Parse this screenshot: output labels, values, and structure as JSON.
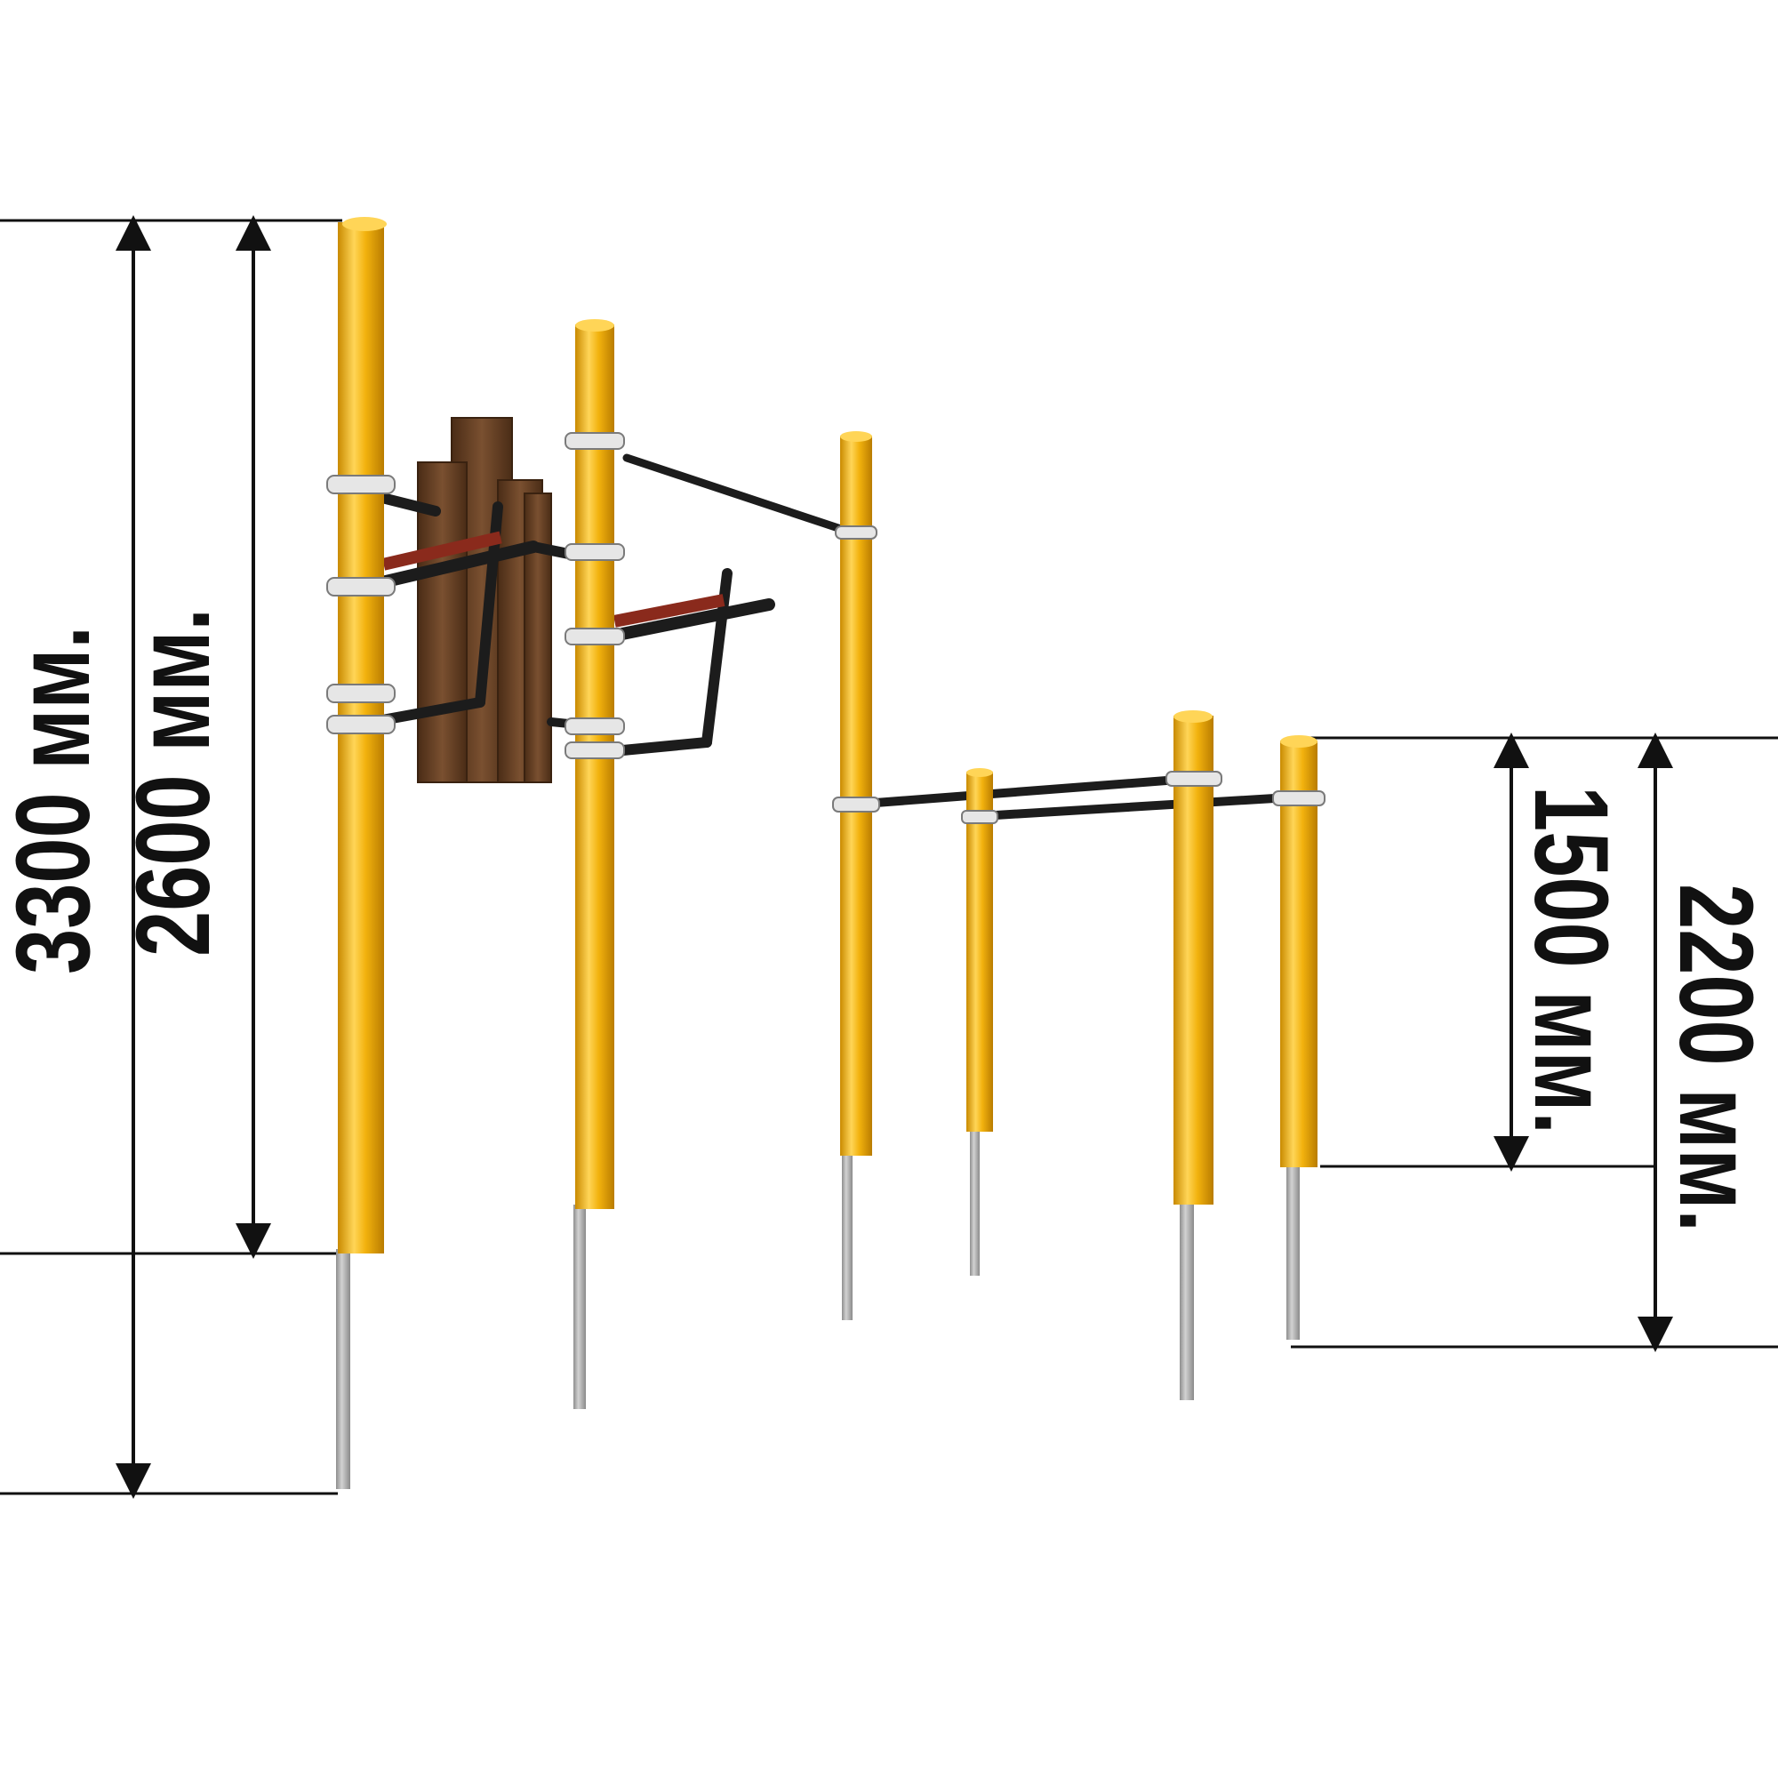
{
  "dimensions": {
    "left_outer": "3300 мм.",
    "left_inner": "2600 мм.",
    "right_inner": "1500 мм.",
    "right_outer": "2200 мм."
  },
  "colors": {
    "post_yellow": "#F2B20E",
    "post_shade": "#C98A00",
    "post_light": "#FFD557",
    "steel_gray": "#A7A7A7",
    "bar_black": "#1C1C1C",
    "wood_brown": "#6B4426",
    "wood_dark": "#4A2C16",
    "clamp_silver": "#E6E6E6",
    "line_black": "#111111"
  }
}
